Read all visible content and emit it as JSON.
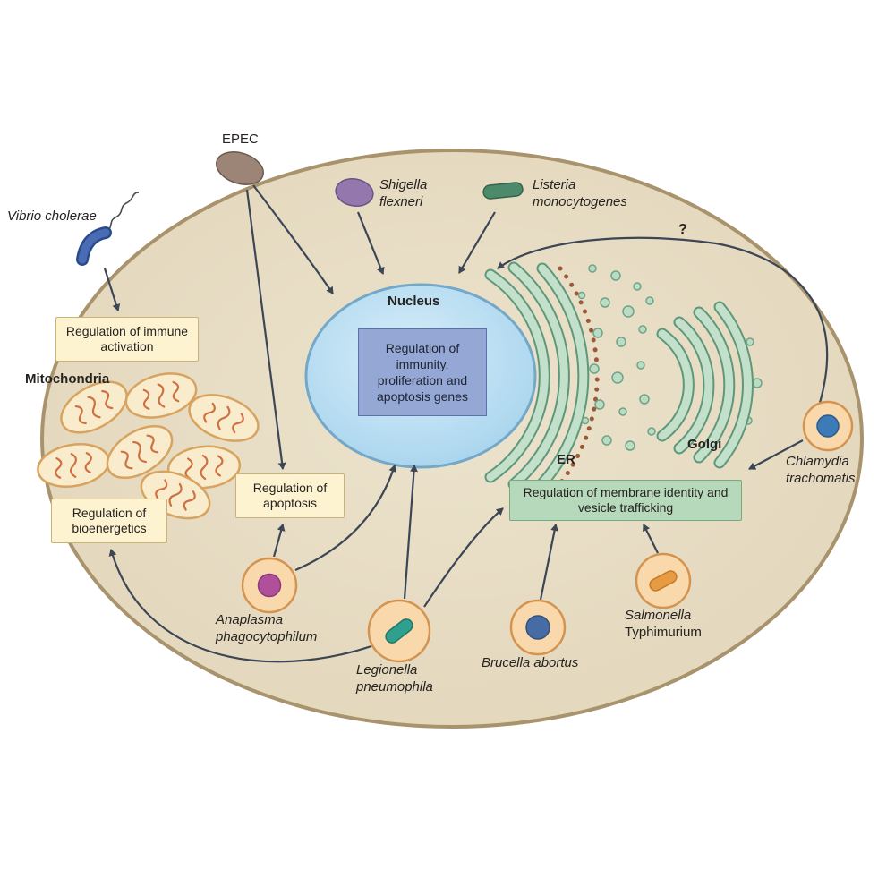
{
  "organelles": {
    "nucleus": "Nucleus",
    "mitochondria": "Mitochondria",
    "er": "ER",
    "golgi": "Golgi"
  },
  "boxes": {
    "nucleus_genes": "Regulation of immunity, proliferation and apoptosis genes",
    "immune_activation": "Regulation of immune activation",
    "bioenergetics": "Regulation of bioenergetics",
    "apoptosis": "Regulation of apoptosis",
    "membrane_identity": "Regulation of membrane identity and vesicle trafficking"
  },
  "pathogens": {
    "vibrio": "Vibrio cholerae",
    "epec": "EPEC",
    "shigella": "Shigella flexneri",
    "listeria": "Listeria monocytogenes",
    "anaplasma": "Anaplasma phagocytophilum",
    "legionella": "Legionella pneumophila",
    "brucella": "Brucella abortus",
    "salmonella_genus": "Salmonella",
    "salmonella_serovar": "Typhimurium",
    "chlamydia": "Chlamydia trachomatis"
  },
  "annotations": {
    "question_mark": "?"
  },
  "colors": {
    "cell_fill": "#e9dfc6",
    "cell_stroke": "#a8936d",
    "nucleus_fill": "#aed8ef",
    "nucleus_stroke": "#74a8c8",
    "nucleus_box_fill": "#94a7d5",
    "yellow_box_fill": "#fdf3d0",
    "yellow_box_stroke": "#c9b374",
    "green_box_fill": "#b7d9bb",
    "green_box_stroke": "#79a97e",
    "vacuole_fill": "#f9d9ab",
    "vacuole_stroke": "#d4944f",
    "er_golgi_light": "#c3e1ca",
    "er_golgi_dark": "#5f977b",
    "mitochondria_fill": "#f8eccd",
    "mitochondria_stroke": "#d8a35f",
    "arrow": "#3c4654"
  }
}
